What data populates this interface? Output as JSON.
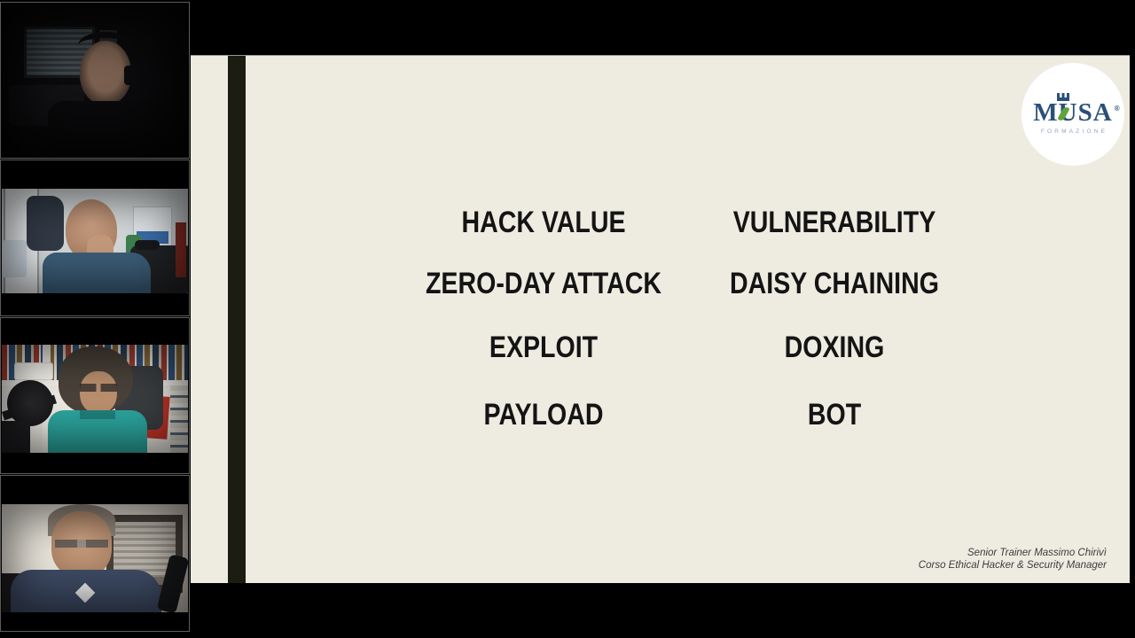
{
  "window": {
    "background": "#000000"
  },
  "sidebar": {
    "participant_count": 4
  },
  "slide": {
    "background": "#EEEBE1",
    "stripe_color": "#1B1D12",
    "terms": {
      "left": [
        "HACK VALUE",
        "ZERO-DAY ATTACK",
        "EXPLOIT",
        "PAYLOAD"
      ],
      "right": [
        "VULNERABILITY",
        "DAISY CHAINING",
        "DOXING",
        "BOT"
      ]
    },
    "footer": {
      "line1": "Senior Trainer Massimo Chirivì",
      "line2": "Corso Ethical Hacker & Security Manager"
    },
    "logo": {
      "wordmark": "MUSA",
      "registered_mark": "®",
      "subtitle": "FORMAZIONE",
      "navy": "#2A5078",
      "green": "#5FA43C",
      "subtitle_color": "#90A7B4"
    }
  }
}
